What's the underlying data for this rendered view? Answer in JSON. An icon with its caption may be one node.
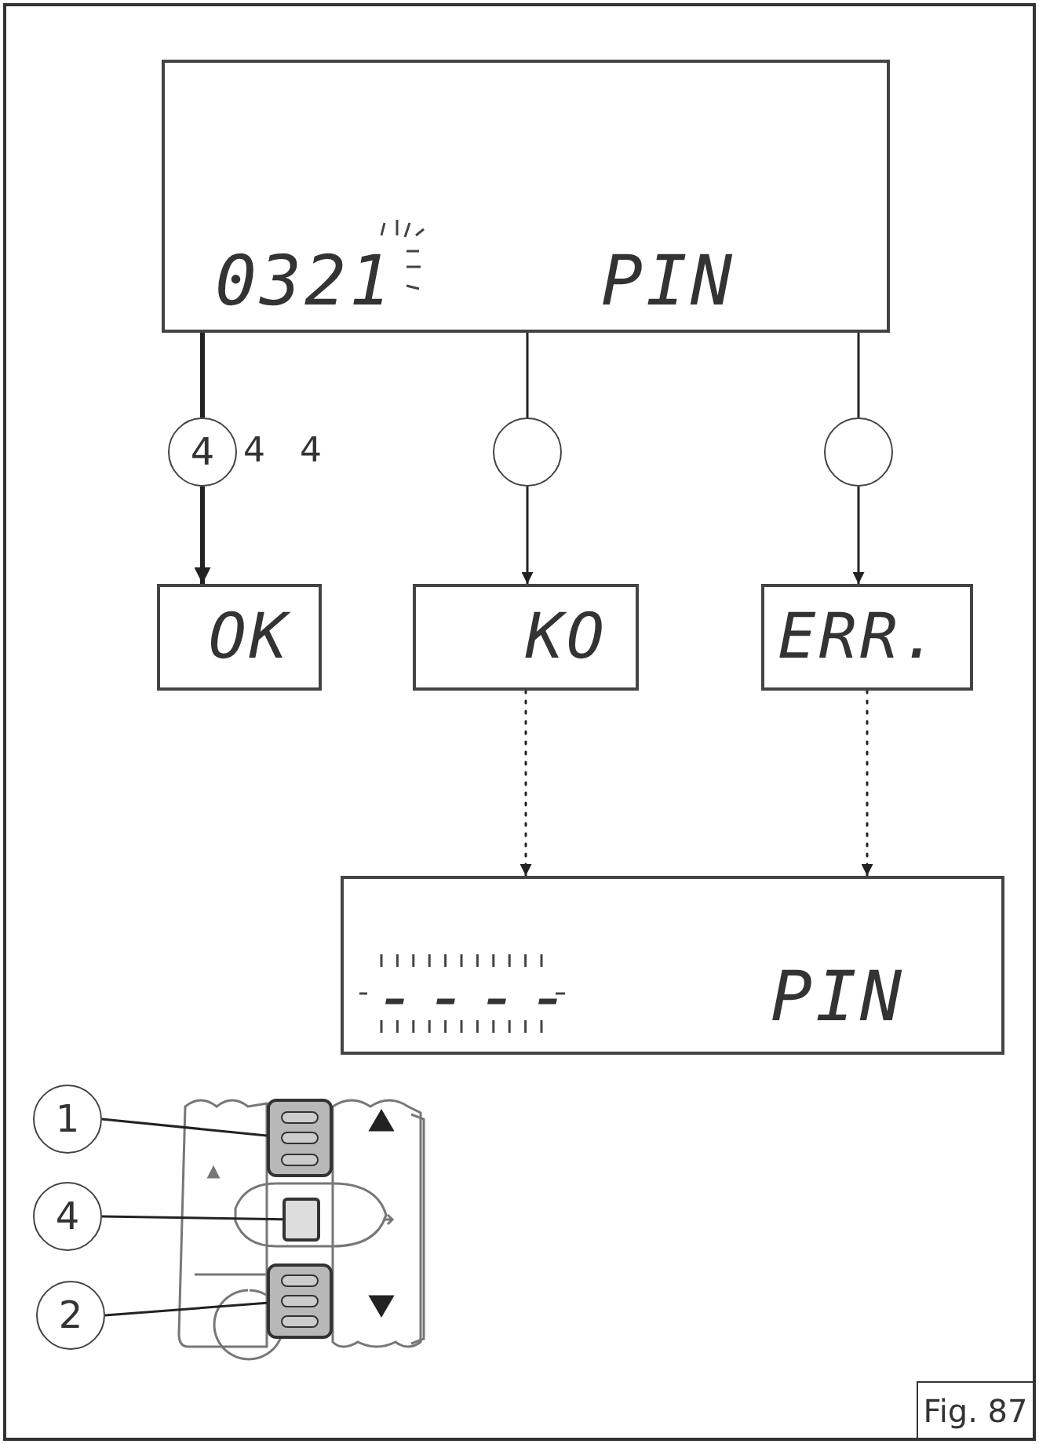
{
  "diagram": {
    "caption": "Fig. 87",
    "nodes": [
      {
        "text": [
          "0321",
          "PIN"
        ]
      },
      {
        "text": [
          "4"
        ],
        "beside": [
          "4",
          "4"
        ]
      },
      {
        "text": [],
        "shape": "circle"
      },
      {
        "text": [],
        "shape": "circle"
      },
      {
        "text": [
          "OK"
        ]
      },
      {
        "text": [
          "KO"
        ]
      },
      {
        "text": [
          "ERR."
        ]
      },
      {
        "text": [
          "----",
          "PIN"
        ]
      },
      {
        "text": [
          "1"
        ]
      },
      {
        "text": [
          "4"
        ]
      },
      {
        "text": [
          "2"
        ]
      },
      {
        "text": [],
        "shape": "box"
      },
      {
        "text": [],
        "shape": "box"
      },
      {
        "text": [],
        "shape": "box"
      }
    ],
    "edges": [
      {
        "from": 0,
        "to": 1,
        "arrow": "none",
        "style": "thick"
      },
      {
        "from": 1,
        "to": 4,
        "arrow": "to",
        "style": "thick"
      },
      {
        "from": 0,
        "to": 2,
        "arrow": "none"
      },
      {
        "from": 2,
        "to": 5,
        "arrow": "to"
      },
      {
        "from": 0,
        "to": 3,
        "arrow": "none"
      },
      {
        "from": 3,
        "to": 6,
        "arrow": "to"
      },
      {
        "from": 5,
        "to": 7,
        "arrow": "to",
        "style": "dashed"
      },
      {
        "from": 6,
        "to": 7,
        "arrow": "to",
        "style": "dashed"
      },
      {
        "from": 8,
        "to": 11,
        "arrow": "none"
      },
      {
        "from": 9,
        "to": 12,
        "arrow": "none"
      },
      {
        "from": 10,
        "to": 13,
        "arrow": "none"
      }
    ]
  }
}
